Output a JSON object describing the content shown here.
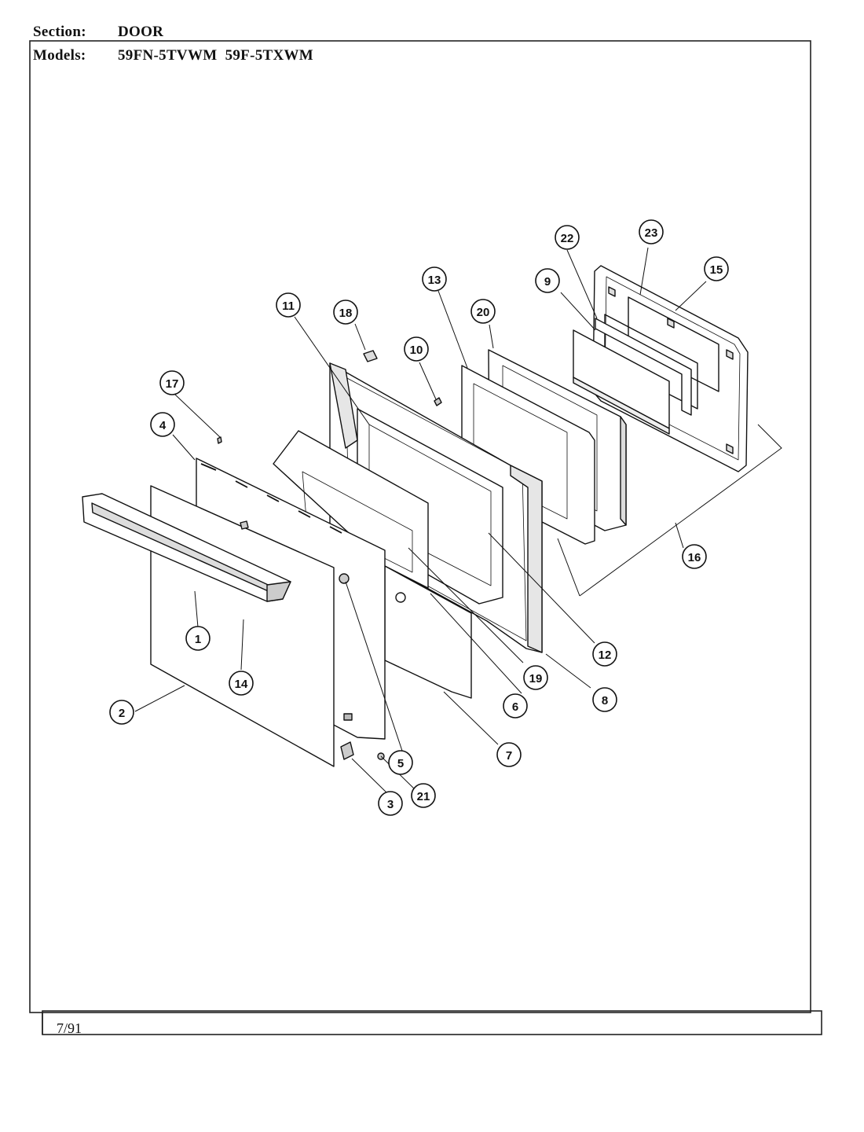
{
  "header": {
    "section_label": "Section:",
    "section_value": "DOOR",
    "models_label": "Models:",
    "models_value": "59FN-5TVWM  59F-5TXWM"
  },
  "footer": {
    "date": "7/91"
  },
  "callouts": [
    "1",
    "2",
    "3",
    "4",
    "5",
    "6",
    "7",
    "8",
    "9",
    "10",
    "11",
    "12",
    "13",
    "14",
    "15",
    "16",
    "17",
    "18",
    "19",
    "20",
    "21",
    "22",
    "23"
  ]
}
